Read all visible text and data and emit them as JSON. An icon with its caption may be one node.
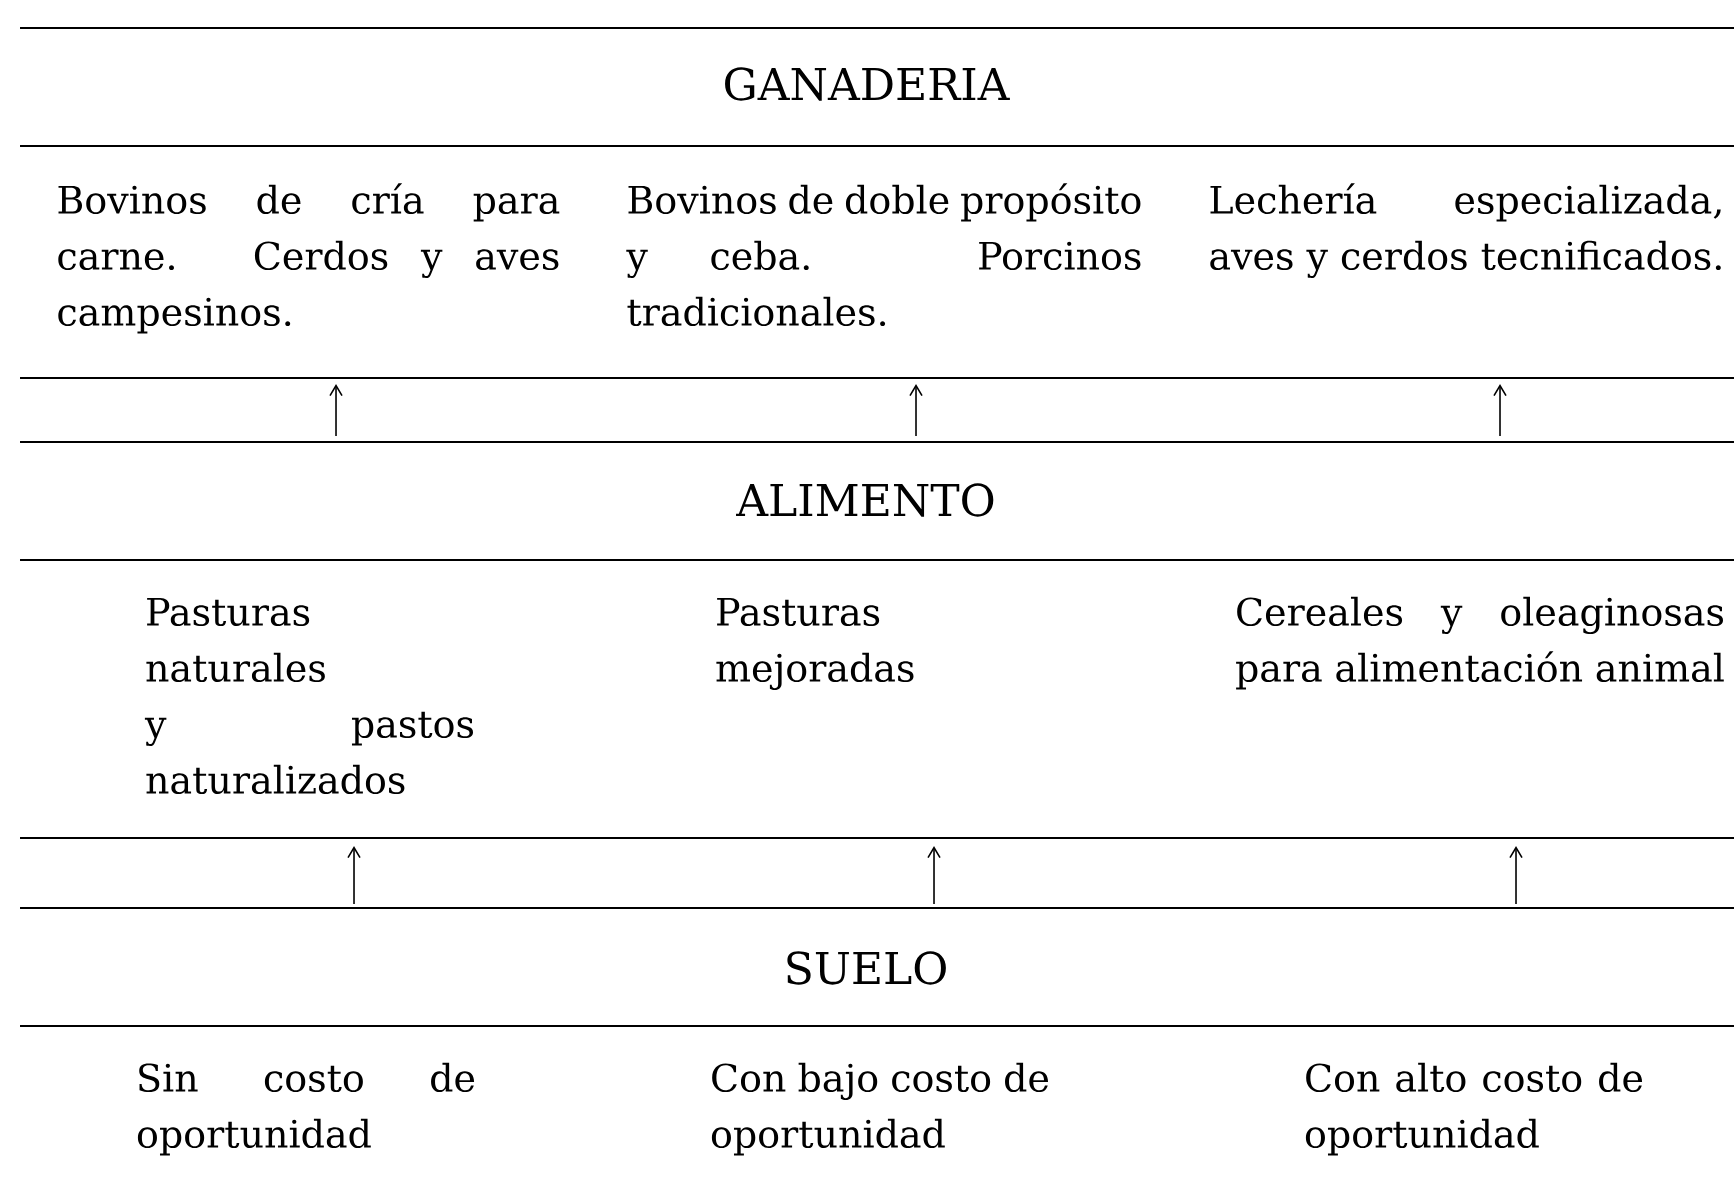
{
  "diagram": {
    "nodes": [
      {
        "text": [
          "GANADERIA"
        ]
      },
      {
        "text": [
          "Bovinos de cría para carne. Cerdos y aves campesinos."
        ]
      },
      {
        "text": [
          "Bovinos de doble propósito y ceba. Porcinos tradicionales."
        ]
      },
      {
        "text": [
          "Lechería especializada, aves y cerdos tecnificados."
        ]
      },
      {
        "text": [
          "ALIMENTO"
        ]
      },
      {
        "text": [
          "Pasturas naturales y pastos naturalizados"
        ]
      },
      {
        "text": [
          "Pasturas mejoradas"
        ]
      },
      {
        "text": [
          "Cereales y oleaginosas para alimentación animal"
        ]
      },
      {
        "text": [
          "SUELO"
        ]
      },
      {
        "text": [
          "Sin costo de oportunidad"
        ]
      },
      {
        "text": [
          "Con bajo costo de oportunidad"
        ]
      },
      {
        "text": [
          "Con alto costo de oportunidad"
        ]
      }
    ]
  }
}
